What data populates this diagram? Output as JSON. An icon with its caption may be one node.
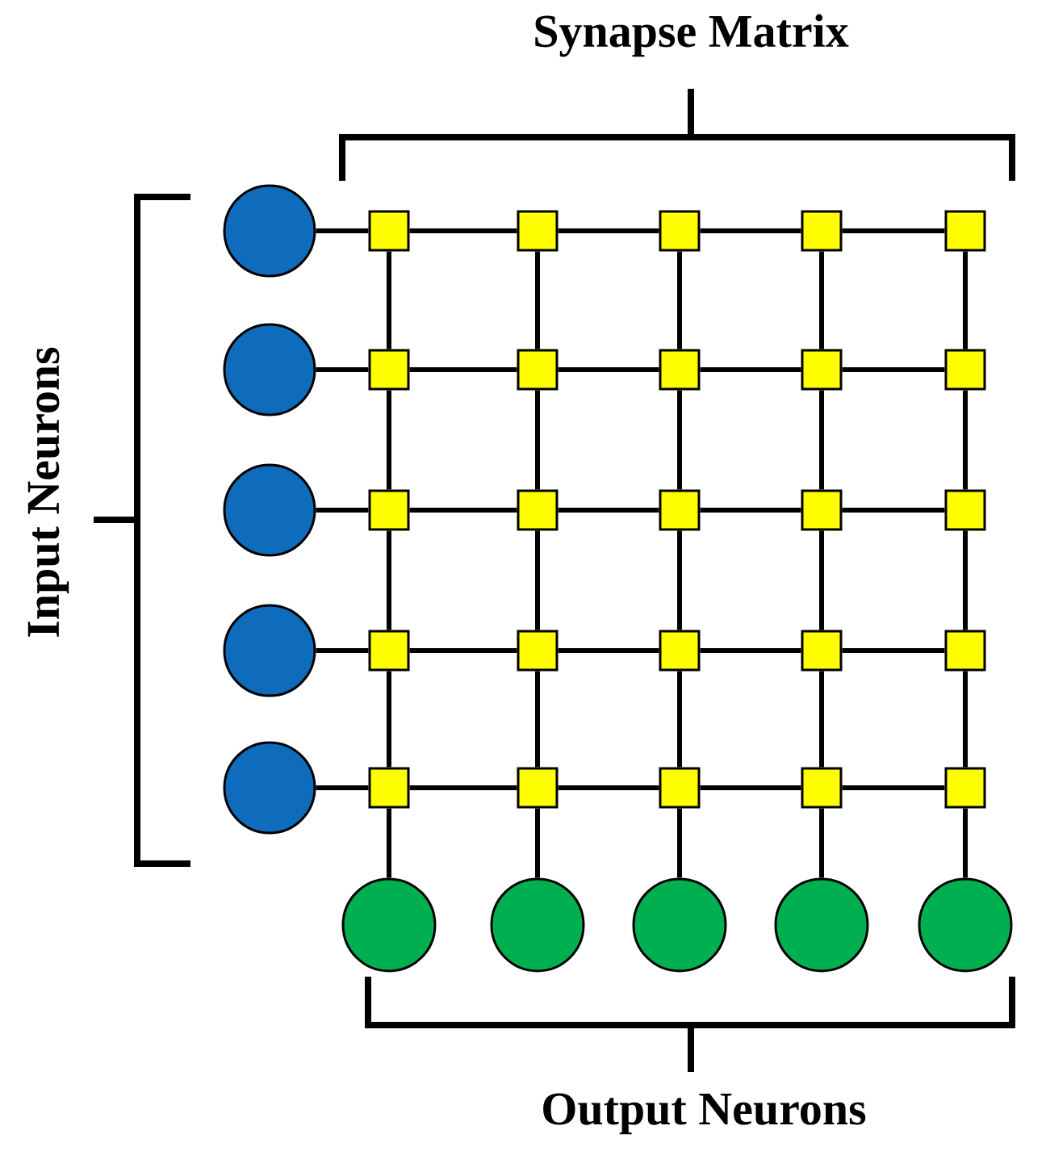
{
  "diagram": {
    "nodes": [
      {
        "text": [],
        "shape": "circle"
      },
      {
        "text": [],
        "shape": "box"
      },
      {
        "text": [],
        "shape": "box"
      },
      {
        "text": [],
        "shape": "box"
      },
      {
        "text": [],
        "shape": "box"
      },
      {
        "text": [],
        "shape": "box"
      },
      {
        "text": [],
        "shape": "circle"
      },
      {
        "text": [],
        "shape": "box"
      },
      {
        "text": [],
        "shape": "box"
      },
      {
        "text": [],
        "shape": "box"
      },
      {
        "text": [],
        "shape": "box"
      },
      {
        "text": [],
        "shape": "box"
      },
      {
        "text": [],
        "shape": "circle"
      },
      {
        "text": [],
        "shape": "box"
      },
      {
        "text": [],
        "shape": "box"
      },
      {
        "text": [],
        "shape": "box"
      },
      {
        "text": [],
        "shape": "box"
      },
      {
        "text": [],
        "shape": "box"
      },
      {
        "text": [],
        "shape": "circle"
      },
      {
        "text": [],
        "shape": "box"
      },
      {
        "text": [],
        "shape": "box"
      },
      {
        "text": [],
        "shape": "box"
      },
      {
        "text": [],
        "shape": "box"
      },
      {
        "text": [],
        "shape": "box"
      },
      {
        "text": [],
        "shape": "circle"
      },
      {
        "text": [],
        "shape": "box"
      },
      {
        "text": [],
        "shape": "box"
      },
      {
        "text": [],
        "shape": "box"
      },
      {
        "text": [],
        "shape": "box"
      },
      {
        "text": [],
        "shape": "box"
      },
      {
        "text": [],
        "shape": "circle"
      },
      {
        "text": [],
        "shape": "circle"
      },
      {
        "text": [],
        "shape": "circle"
      },
      {
        "text": [],
        "shape": "circle"
      },
      {
        "text": [],
        "shape": "circle"
      }
    ],
    "edges": [
      {
        "from": 0,
        "to": 1,
        "arrow": "none"
      },
      {
        "from": 1,
        "to": 2,
        "arrow": "none"
      },
      {
        "from": 2,
        "to": 3,
        "arrow": "none"
      },
      {
        "from": 3,
        "to": 4,
        "arrow": "none"
      },
      {
        "from": 4,
        "to": 5,
        "arrow": "none"
      },
      {
        "from": 6,
        "to": 7,
        "arrow": "none"
      },
      {
        "from": 7,
        "to": 8,
        "arrow": "none"
      },
      {
        "from": 8,
        "to": 9,
        "arrow": "none"
      },
      {
        "from": 9,
        "to": 10,
        "arrow": "none"
      },
      {
        "from": 10,
        "to": 11,
        "arrow": "none"
      },
      {
        "from": 12,
        "to": 13,
        "arrow": "none"
      },
      {
        "from": 13,
        "to": 14,
        "arrow": "none"
      },
      {
        "from": 14,
        "to": 15,
        "arrow": "none"
      },
      {
        "from": 15,
        "to": 16,
        "arrow": "none"
      },
      {
        "from": 16,
        "to": 17,
        "arrow": "none"
      },
      {
        "from": 18,
        "to": 19,
        "arrow": "none"
      },
      {
        "from": 19,
        "to": 20,
        "arrow": "none"
      },
      {
        "from": 20,
        "to": 21,
        "arrow": "none"
      },
      {
        "from": 21,
        "to": 22,
        "arrow": "none"
      },
      {
        "from": 22,
        "to": 23,
        "arrow": "none"
      },
      {
        "from": 24,
        "to": 25,
        "arrow": "none"
      },
      {
        "from": 25,
        "to": 26,
        "arrow": "none"
      },
      {
        "from": 26,
        "to": 27,
        "arrow": "none"
      },
      {
        "from": 27,
        "to": 28,
        "arrow": "none"
      },
      {
        "from": 28,
        "to": 29,
        "arrow": "none"
      },
      {
        "from": 1,
        "to": 7,
        "arrow": "none"
      },
      {
        "from": 7,
        "to": 13,
        "arrow": "none"
      },
      {
        "from": 13,
        "to": 19,
        "arrow": "none"
      },
      {
        "from": 19,
        "to": 25,
        "arrow": "none"
      },
      {
        "from": 25,
        "to": 30,
        "arrow": "none"
      },
      {
        "from": 2,
        "to": 8,
        "arrow": "none"
      },
      {
        "from": 8,
        "to": 14,
        "arrow": "none"
      },
      {
        "from": 14,
        "to": 20,
        "arrow": "none"
      },
      {
        "from": 20,
        "to": 26,
        "arrow": "none"
      },
      {
        "from": 26,
        "to": 31,
        "arrow": "none"
      },
      {
        "from": 3,
        "to": 9,
        "arrow": "none"
      },
      {
        "from": 9,
        "to": 15,
        "arrow": "none"
      },
      {
        "from": 15,
        "to": 21,
        "arrow": "none"
      },
      {
        "from": 21,
        "to": 27,
        "arrow": "none"
      },
      {
        "from": 27,
        "to": 32,
        "arrow": "none"
      },
      {
        "from": 4,
        "to": 10,
        "arrow": "none"
      },
      {
        "from": 10,
        "to": 16,
        "arrow": "none"
      },
      {
        "from": 16,
        "to": 22,
        "arrow": "none"
      },
      {
        "from": 22,
        "to": 28,
        "arrow": "none"
      },
      {
        "from": 28,
        "to": 33,
        "arrow": "none"
      },
      {
        "from": 5,
        "to": 11,
        "arrow": "none"
      },
      {
        "from": 11,
        "to": 17,
        "arrow": "none"
      },
      {
        "from": 17,
        "to": 23,
        "arrow": "none"
      },
      {
        "from": 23,
        "to": 29,
        "arrow": "none"
      },
      {
        "from": 29,
        "to": 34,
        "arrow": "none"
      }
    ],
    "labels": [
      "Synapse Matrix",
      "Input Neurons",
      "Output Neurons"
    ]
  }
}
